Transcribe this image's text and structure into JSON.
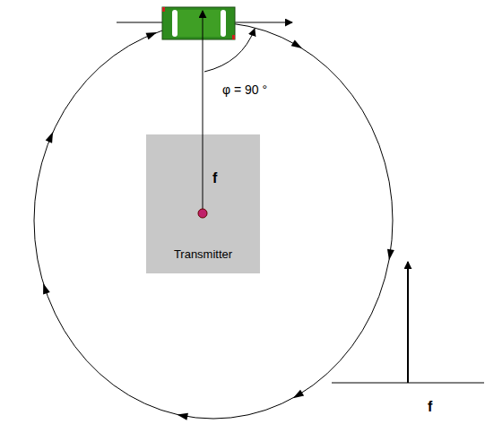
{
  "diagram": {
    "nodes": [
      {
        "text": [
          "f",
          "Transmitter"
        ]
      }
    ],
    "labels": [
      "φ = 90 °",
      "f"
    ]
  }
}
